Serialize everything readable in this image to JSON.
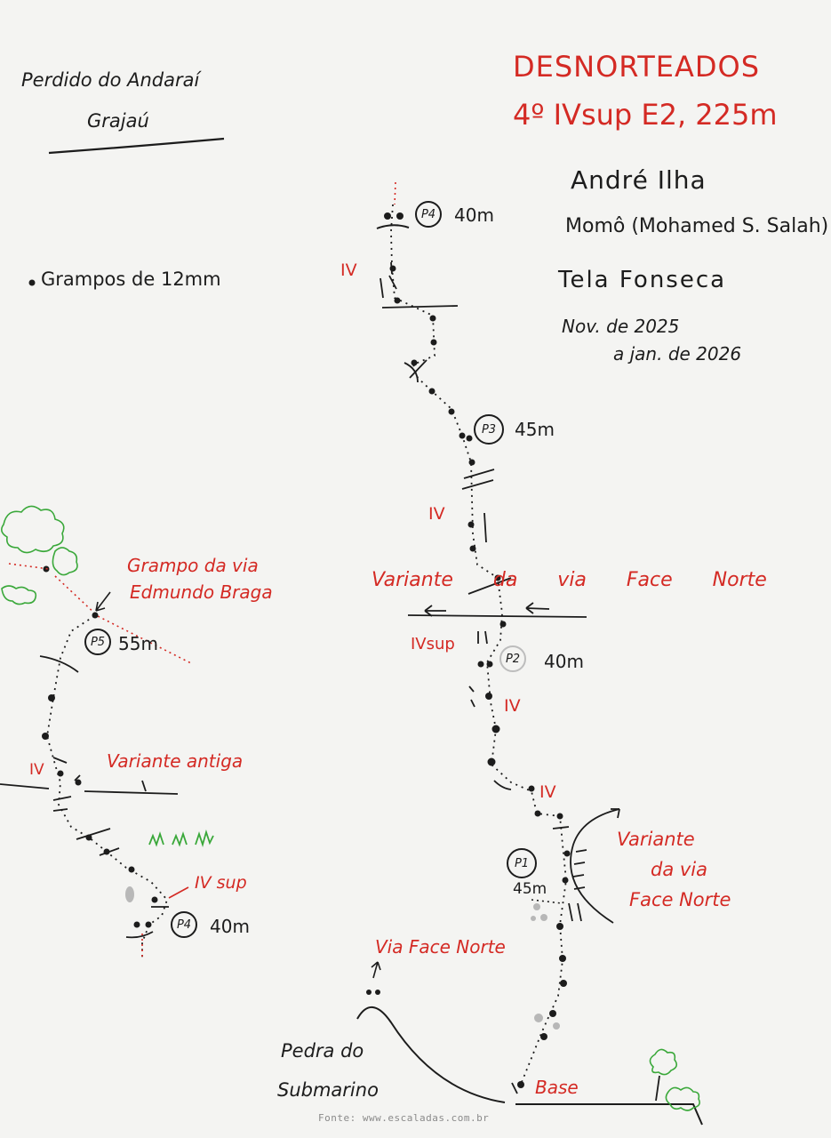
{
  "header": {
    "location_line1": "Perdido do Andaraí",
    "location_line2": "Grajaú",
    "route_name": "DESNORTEADOS",
    "route_grade": "4º IVsup E2, 225m",
    "authors": [
      "André Ilha",
      "Momô (Mohamed S. Salah)",
      "Tela Fonseca"
    ],
    "date_line1": "Nov. de 2025",
    "date_line2": "a jan. de 2026"
  },
  "legend": {
    "bolts": "Grampos de 12mm"
  },
  "main_route": {
    "belays": [
      {
        "id": "P4",
        "length": "40m"
      },
      {
        "id": "P3",
        "length": "45m"
      },
      {
        "id": "P2",
        "length": "40m"
      },
      {
        "id": "P1",
        "length": "45m"
      }
    ],
    "grades": [
      "IV",
      "IV",
      "IVsup",
      "IV",
      "IV"
    ],
    "variant_face_norte_top": "Variante da via Face Norte",
    "variant_face_norte_side": [
      "Variante",
      "da via",
      "Face Norte"
    ],
    "via_face_norte": "Via Face Norte",
    "base": "Base",
    "pedra_line1": "Pedra do",
    "pedra_line2": "Submarino"
  },
  "left_route": {
    "grampo_line1": "Grampo da via",
    "grampo_line2": "Edmundo Braga",
    "belay_p5": {
      "id": "P5",
      "length": "55m"
    },
    "belay_p4": {
      "id": "P4",
      "length": "40m"
    },
    "grades": [
      "IV",
      "IV sup"
    ],
    "variante_antiga": "Variante antiga"
  },
  "source": "Fonte: www.escaladas.com.br",
  "colors": {
    "ink": "#1c1c1c",
    "red": "#d42a24",
    "green": "#3aa83a",
    "paper": "#f4f4f2"
  }
}
